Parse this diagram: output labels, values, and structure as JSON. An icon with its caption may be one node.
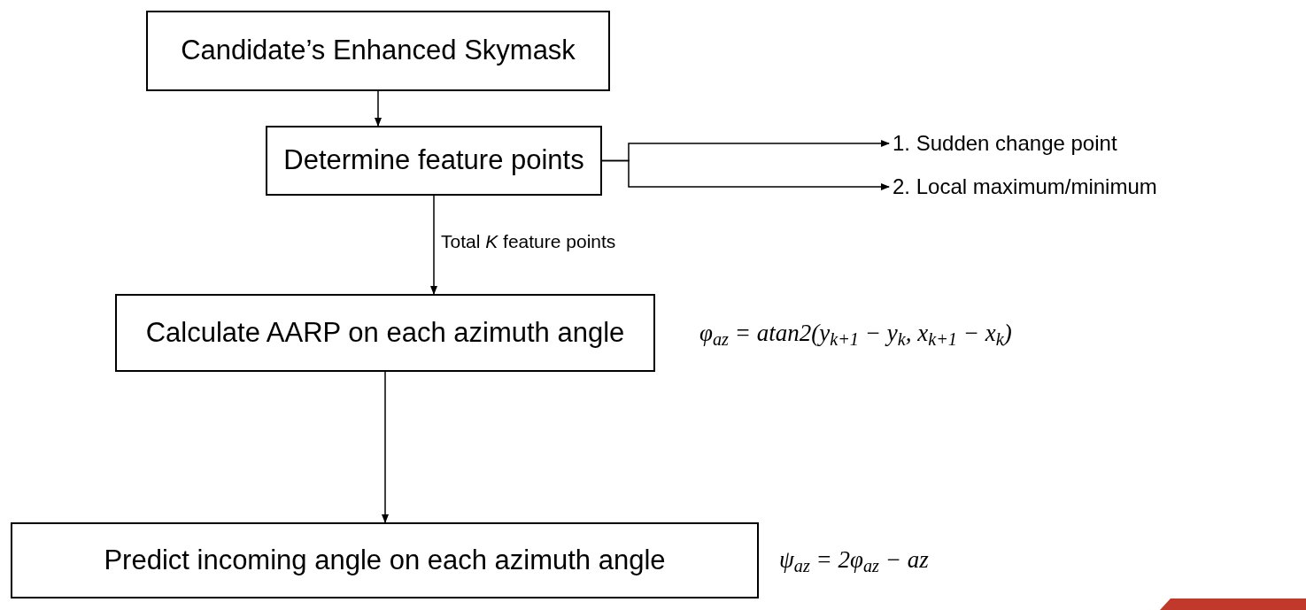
{
  "diagram": {
    "nodes": [
      {
        "text": [
          "Candidate’s Enhanced Skymask"
        ]
      },
      {
        "text": [
          "Determine feature points"
        ]
      },
      {
        "text": [
          "1. Sudden change point"
        ]
      },
      {
        "text": [
          "2. Local maximum/minimum"
        ]
      },
      {
        "text": [
          "Calculate AARP on each azimuth angle"
        ],
        "beside": [
          "φ$_{az}$ = atan2(y$_{k+1}$ − y$_{k}$, x$_{k+1}$ − x$_{k}$)"
        ]
      },
      {
        "text": [
          "Predict incoming angle on each azimuth angle"
        ],
        "beside": [
          "ψ$_{az}$ = 2φ$_{az}$ − az"
        ]
      }
    ],
    "edges": [
      {
        "from": 0,
        "to": 1,
        "arrow": "to"
      },
      {
        "from": 1,
        "to": 2,
        "arrow": "to"
      },
      {
        "from": 1,
        "to": 3,
        "arrow": "to"
      },
      {
        "from": 1,
        "to": 4,
        "arrow": "to",
        "label": "Total *K* feature points"
      },
      {
        "from": 4,
        "to": 5,
        "arrow": "to"
      }
    ]
  }
}
